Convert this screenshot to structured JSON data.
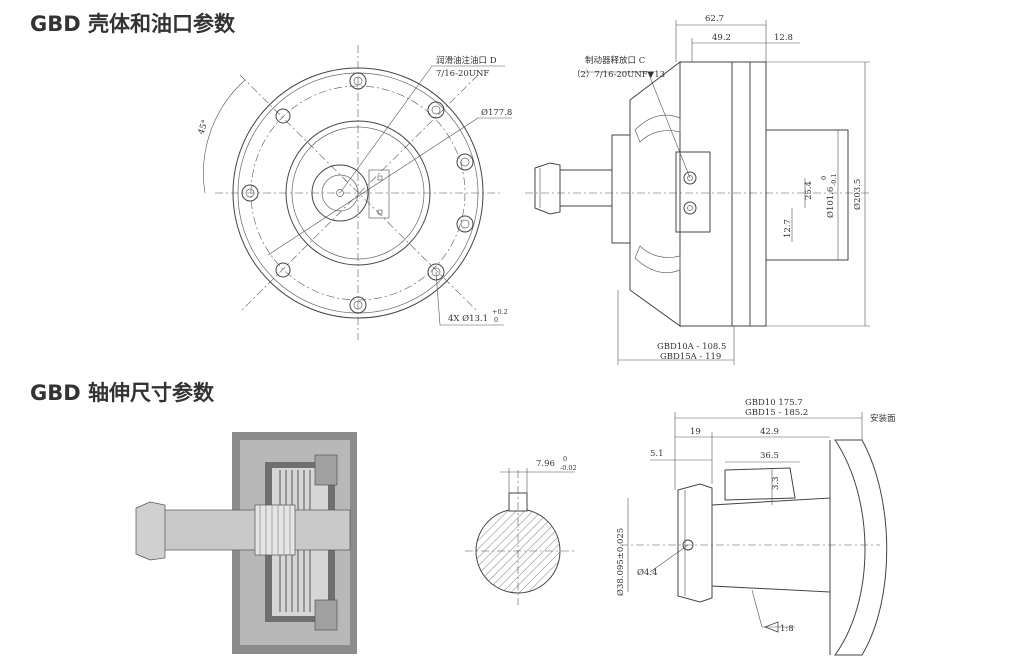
{
  "titles": {
    "housing": "GBD 壳体和油口参数",
    "shaft": "GBD 轴伸尺寸参数"
  },
  "housing_front": {
    "angle": "45°",
    "lube_port_name": "润滑油注油口 D",
    "lube_port_spec": "7/16-20UNF",
    "pcd": "Ø177.8",
    "holes": "4X Ø13.1",
    "holes_tol_upper": "+0.2",
    "holes_tol_lower": "0"
  },
  "housing_side": {
    "dim_overall": "62.7",
    "dim_mid": "49.2",
    "dim_small": "12.8",
    "brake_port_name": "制动器释放口 C",
    "brake_port_spec": "（2）7/16-20UNF▼13",
    "dim_ports": "25.4",
    "dim_offset": "12.7",
    "dim_pilot": "Ø101.6",
    "pilot_tol_upper": "0",
    "pilot_tol_lower": "-0.1",
    "dim_body": "Ø203.5",
    "len_gbd10": "GBD10A - 108.5",
    "len_gbd15": "GBD15A - 119"
  },
  "shaft_section": {
    "key_width": "7.96",
    "key_tol_upper": "0",
    "key_tol_lower": "-0.02"
  },
  "shaft_side": {
    "len_gbd10": "GBD10  175.7",
    "len_gbd15": "GBD15 - 185.2",
    "mount_face": "安装面",
    "dim_19": "19",
    "dim_42_9": "42.9",
    "dim_5_1": "5.1",
    "dim_36_5": "36.5",
    "dim_3_3": "3.3",
    "dim_shaft_dia": "Ø38.095±0.025",
    "dim_hole": "Ø4.4",
    "taper": "1:8"
  }
}
